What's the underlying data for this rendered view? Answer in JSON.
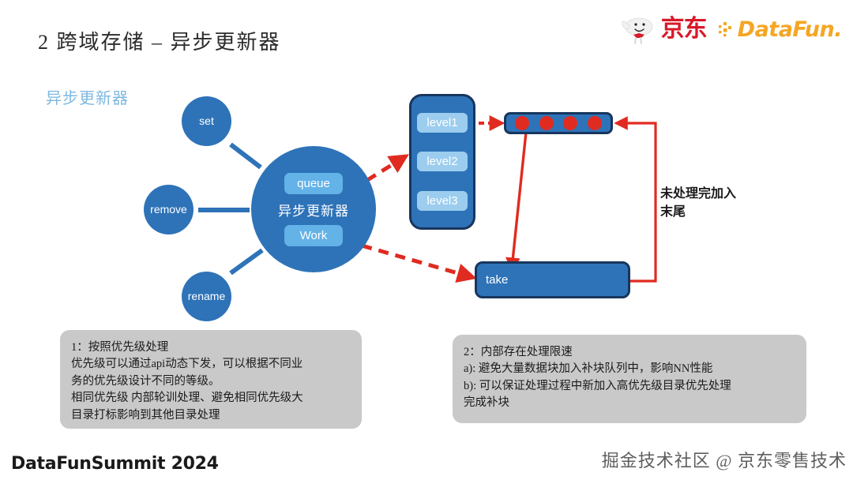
{
  "header": {
    "title": "2 跨域存储 – 异步更新器",
    "jd_logo_text": "京东",
    "datafun_logo_text": "DataFun.",
    "jd_logo_color": "#d8192a",
    "datafun_logo_color": "#f5a623"
  },
  "section": {
    "label": "异步更新器",
    "label_color": "#7eb8e0"
  },
  "diagram": {
    "operation_nodes": [
      {
        "id": "set",
        "label": "set"
      },
      {
        "id": "remove",
        "label": "remove"
      },
      {
        "id": "rename",
        "label": "rename"
      }
    ],
    "center": {
      "label": "异步更新器",
      "pills": [
        {
          "id": "queue",
          "label": "queue"
        },
        {
          "id": "work",
          "label": "Work"
        }
      ]
    },
    "level_stack": {
      "levels": [
        {
          "id": "level1",
          "label": "level1"
        },
        {
          "id": "level2",
          "label": "level2"
        },
        {
          "id": "level3",
          "label": "level3"
        }
      ]
    },
    "dot_queue": {
      "dot_count": 4,
      "dot_color": "#e02b20"
    },
    "take_box": {
      "label": "take"
    },
    "loop_note": "未处理完加入\n末尾",
    "colors": {
      "node_blue": "#2e73b8",
      "pill_blue": "#63b2e8",
      "level_pill_blue": "#9ccdee",
      "border_navy": "#17365d",
      "arrow_red": "#e02b20",
      "connector_blue": "#2e73b8"
    }
  },
  "notes": {
    "note_1": "1：按照优先级处理\n优先级可以通过api动态下发，可以根据不同业\n务的优先级设计不同的等级。\n相同优先级 内部轮训处理、避免相同优先级大\n目录打标影响到其他目录处理",
    "note_2": "2：内部存在处理限速\na): 避免大量数据块加入补块队列中，影响NN性能\nb): 可以保证处理过程中新加入高优先级目录优先处理\n完成补块",
    "background_color": "#c9c9c9"
  },
  "footer": {
    "left": "DataFunSummit 2024",
    "right": "掘金技术社区 @ 京东零售技术"
  }
}
